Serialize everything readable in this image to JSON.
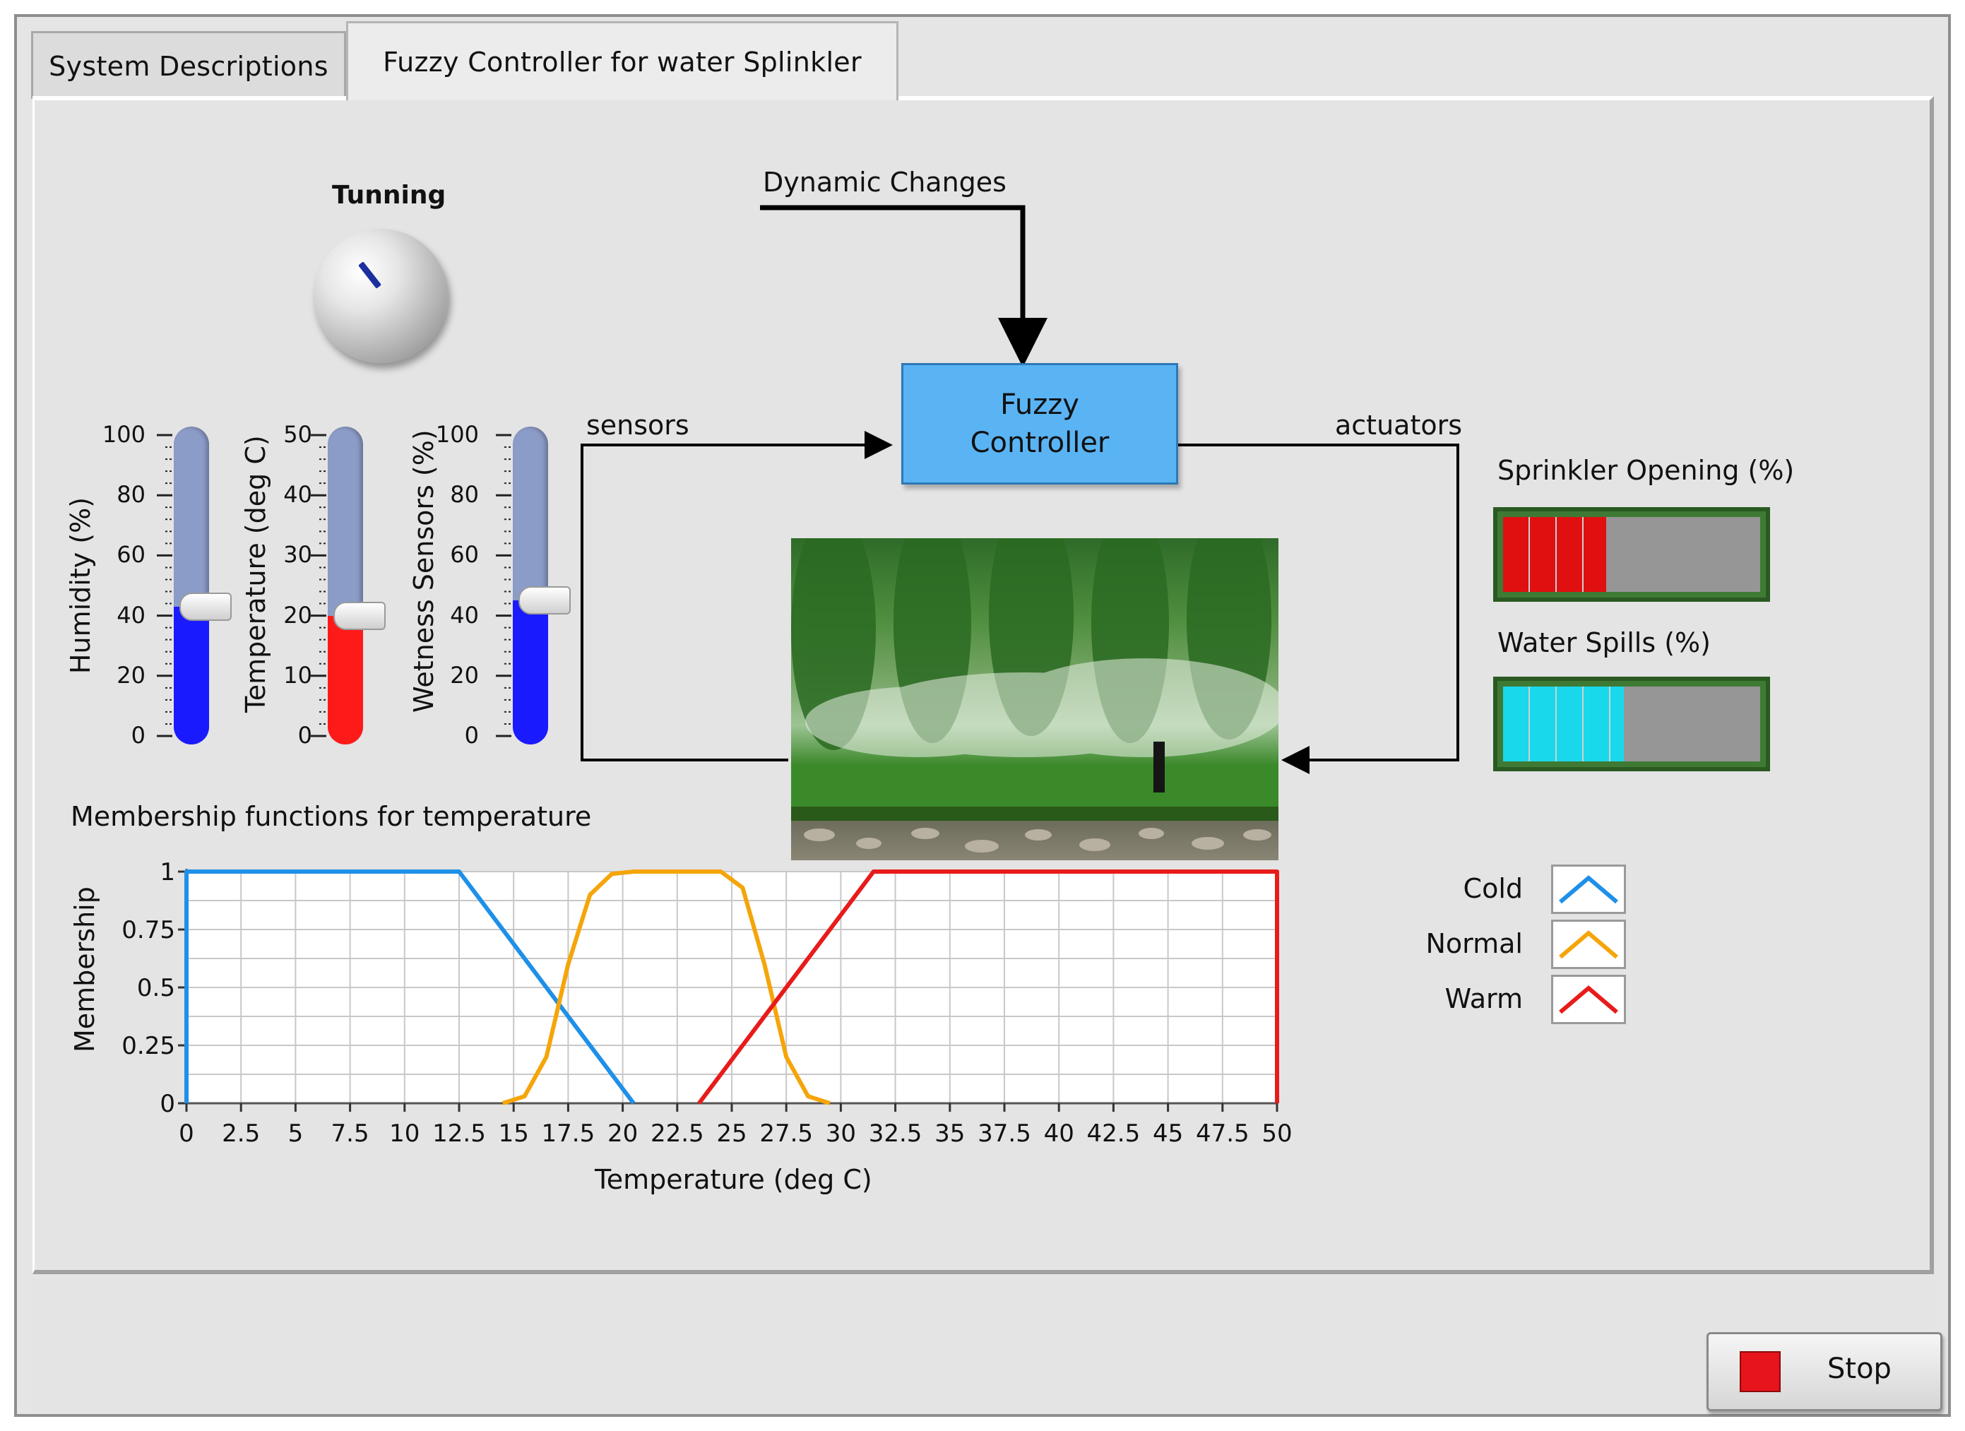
{
  "tabs": [
    {
      "label": "System Descriptions"
    },
    {
      "label": "Fuzzy Controller  for  water Splinkler"
    }
  ],
  "tuning": {
    "label": "Tunning"
  },
  "gauges": [
    {
      "label": "Humidity (%)",
      "scale": [
        "100",
        "80",
        "60",
        "40",
        "20",
        "0"
      ],
      "max": 100,
      "value": 43,
      "color": "#1a1aff"
    },
    {
      "label": "Temperature (deg C)",
      "scale": [
        "50",
        "40",
        "30",
        "20",
        "10",
        "0"
      ],
      "max": 50,
      "value": 20,
      "color": "#ff1a1a"
    },
    {
      "label": "Wetness Sensors (%)",
      "scale": [
        "100",
        "80",
        "60",
        "40",
        "20",
        "0"
      ],
      "max": 100,
      "value": 45,
      "color": "#1a1aff"
    }
  ],
  "diagram": {
    "dynamic_changes": "Dynamic Changes",
    "sensors": "sensors",
    "actuators": "actuators",
    "controller_line1": "Fuzzy",
    "controller_line2": "Controller"
  },
  "meters": {
    "sprinkler": {
      "label": "Sprinkler  Opening (%)",
      "value": 0.4,
      "color": "#e01010"
    },
    "spills": {
      "label": "Water Spills (%)",
      "value": 0.47,
      "color": "#19d8ec"
    }
  },
  "chart_data": {
    "type": "line",
    "title": "Membership functions for temperature",
    "xlabel": "Temperature (deg C)",
    "ylabel": "Membership",
    "xlim": [
      0,
      50
    ],
    "ylim": [
      0,
      1
    ],
    "xticks": [
      "0",
      "2.5",
      "5",
      "7.5",
      "10",
      "12.5",
      "15",
      "17.5",
      "20",
      "22.5",
      "25",
      "27.5",
      "30",
      "32.5",
      "35",
      "37.5",
      "40",
      "42.5",
      "45",
      "47.5",
      "50"
    ],
    "yticks": [
      "0",
      "0.25",
      "0.5",
      "0.75",
      "1"
    ],
    "grid": true,
    "series": [
      {
        "name": "Cold",
        "color": "#1e90e8",
        "x": [
          0,
          0,
          12.5,
          20.5
        ],
        "y": [
          0,
          1,
          1,
          0
        ]
      },
      {
        "name": "Normal",
        "color": "#f5a50a",
        "x": [
          14.5,
          15.5,
          16.5,
          17.5,
          18.5,
          19.5,
          20.5,
          21.5,
          22.5,
          23.5,
          24.5,
          25.5,
          26.5,
          27.5,
          28.5,
          29.5
        ],
        "y": [
          0,
          0.03,
          0.2,
          0.6,
          0.9,
          0.99,
          1,
          1,
          1,
          1,
          1,
          0.93,
          0.6,
          0.2,
          0.03,
          0
        ]
      },
      {
        "name": "Warm",
        "color": "#e81b1b",
        "x": [
          23.5,
          31.5,
          50,
          50
        ],
        "y": [
          0,
          1,
          1,
          0
        ]
      }
    ]
  },
  "stop": {
    "label": "Stop"
  }
}
